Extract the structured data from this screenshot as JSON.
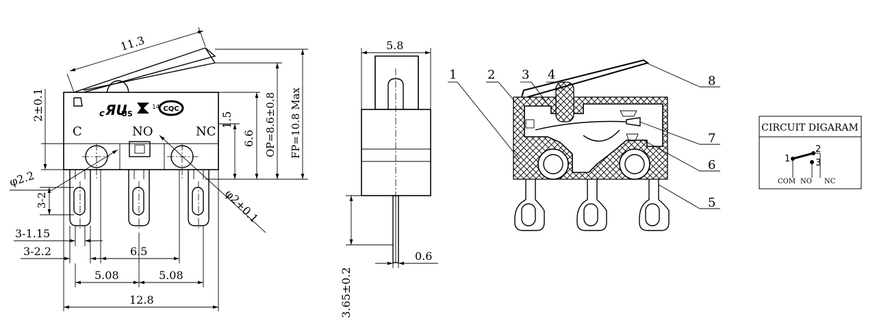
{
  "front_view": {
    "lever_length": "11.3",
    "vertical_offset": "2±0.1",
    "pivot_height": "1.5",
    "body_height": "6.6",
    "operating_position": "OP=8.6±0.8",
    "free_position": "FP=10.8 Max",
    "hole_diameter_large": "φ2.2",
    "hole_diameter_small": "φ2+0.1",
    "terminal_hole": "3-2",
    "terminal_width_1": "3-1.15",
    "terminal_width_2": "3-2.2",
    "hole_pitch": "6.5",
    "terminal_pitch_1": "5.08",
    "terminal_pitch_2": "5.08",
    "overall_length": "12.8",
    "label_c": "C",
    "label_no": "NO",
    "label_nc": "NC",
    "cert_ul": "c",
    "cert_us": "US",
    "cert_14": "14",
    "cert_cqc": "CQC"
  },
  "side_view": {
    "width": "5.8",
    "terminal_length": "3.65±0.2",
    "terminal_thickness": "0.6"
  },
  "section_view": {
    "callouts": [
      "1",
      "2",
      "3",
      "4",
      "5",
      "6",
      "7",
      "8"
    ]
  },
  "circuit": {
    "title": "CIRCUIT DIGARAM",
    "node_1": "1",
    "node_2": "2",
    "node_3": "3",
    "label_com": "COM",
    "label_no": "NO",
    "label_nc": "NC"
  }
}
